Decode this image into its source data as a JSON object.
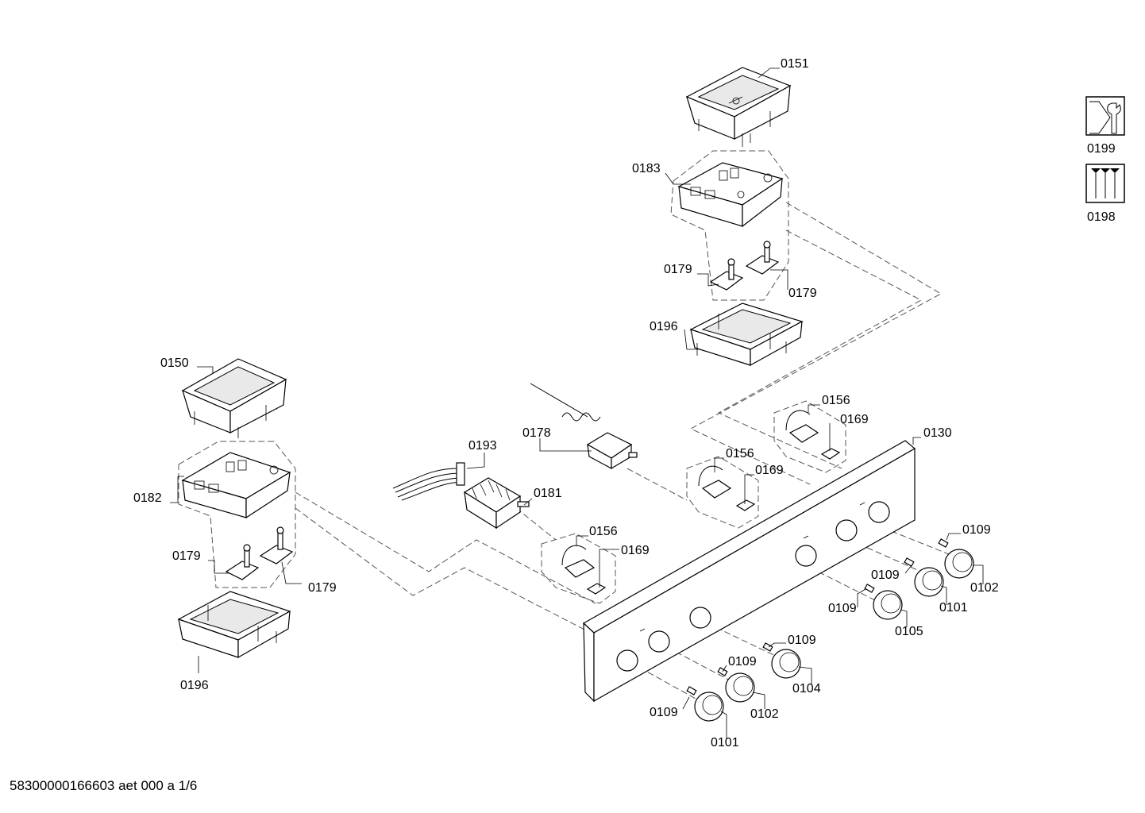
{
  "footer": {
    "doc_id": "58300000166603 aet 000 a 1/6"
  },
  "icons": [
    {
      "name": "wrench-icon",
      "label": "0199"
    },
    {
      "name": "screws-icon",
      "label": "0198"
    }
  ],
  "labels": {
    "l0151": "0151",
    "l0183": "0183",
    "l0179a": "0179",
    "l0179b": "0179",
    "l0196a": "0196",
    "l0150": "0150",
    "l0182": "0182",
    "l0179c": "0179",
    "l0179d": "0179",
    "l0196b": "0196",
    "l0193": "0193",
    "l0178": "0178",
    "l0181": "0181",
    "l0156a": "0156",
    "l0169a": "0169",
    "l0156b": "0156",
    "l0169b": "0169",
    "l0156c": "0156",
    "l0169c": "0169",
    "l0130": "0130",
    "l0109a": "0109",
    "l0102a": "0102",
    "l0109b": "0109",
    "l0101a": "0101",
    "l0109c": "0109",
    "l0105": "0105",
    "l0109d": "0109",
    "l0104": "0104",
    "l0109e": "0109",
    "l0102b": "0102",
    "l0109f": "0109",
    "l0101b": "0101"
  }
}
